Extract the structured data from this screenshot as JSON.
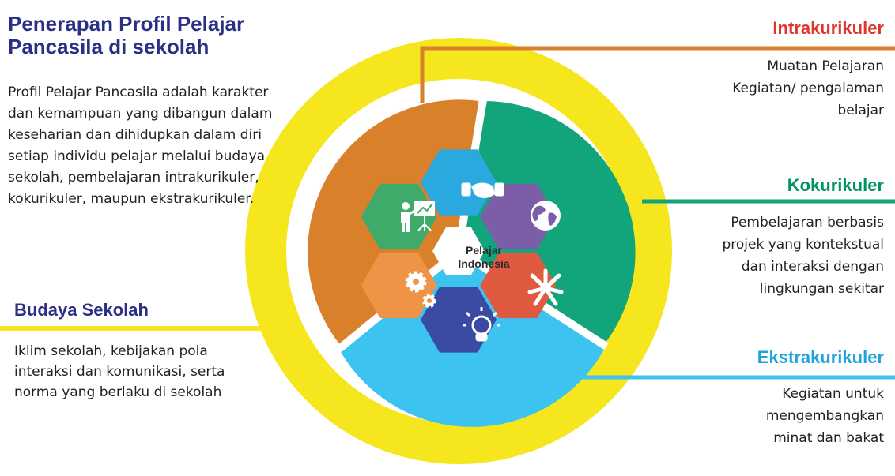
{
  "title": [
    "Penerapan Profil Pelajar",
    "Pancasila di sekolah"
  ],
  "description": "Profil Pelajar Pancasila adalah karakter dan kemampuan yang dibangun dalam keseharian dan dihidupkan dalam diri setiap individu pelajar melalui budaya sekolah, pembelajaran intrakurikuler, kokurikuler, maupun ekstrakurikuler.",
  "center_label": [
    "Pelajar",
    "Indonesia"
  ],
  "sections": {
    "budaya": {
      "heading": "Budaya Sekolah",
      "text": "Iklim sekolah, kebijakan pola interaksi dan komunikasi, serta norma yang berlaku di sekolah",
      "color": "#f5e61d"
    },
    "intrakurikuler": {
      "heading": "Intrakurikuler",
      "lines": [
        "Muatan Pelajaran",
        "Kegiatan/ pengalaman",
        "belajar"
      ],
      "color": "#d9802a"
    },
    "kokurikuler": {
      "heading": "Kokurikuler",
      "lines": [
        "Pembelajaran berbasis",
        "projek yang kontekstual",
        "dan interaksi dengan",
        "lingkungan sekitar"
      ],
      "color": "#12a57b"
    },
    "ekstrakurikuler": {
      "heading": "Ekstrakurikuler",
      "lines": [
        "Kegiatan untuk",
        "mengembangkan",
        "minat dan bakat"
      ],
      "color": "#3cc3f0"
    }
  },
  "hexagons": [
    {
      "name": "handshake-icon",
      "color": "#29a9de"
    },
    {
      "name": "globe-icon",
      "color": "#7b5ea7"
    },
    {
      "name": "hands-together-icon",
      "color": "#e05a3f"
    },
    {
      "name": "lightbulb-icon",
      "color": "#3b4aa3"
    },
    {
      "name": "gears-icon",
      "color": "#ef9446"
    },
    {
      "name": "presentation-icon",
      "color": "#3eab6a"
    }
  ]
}
